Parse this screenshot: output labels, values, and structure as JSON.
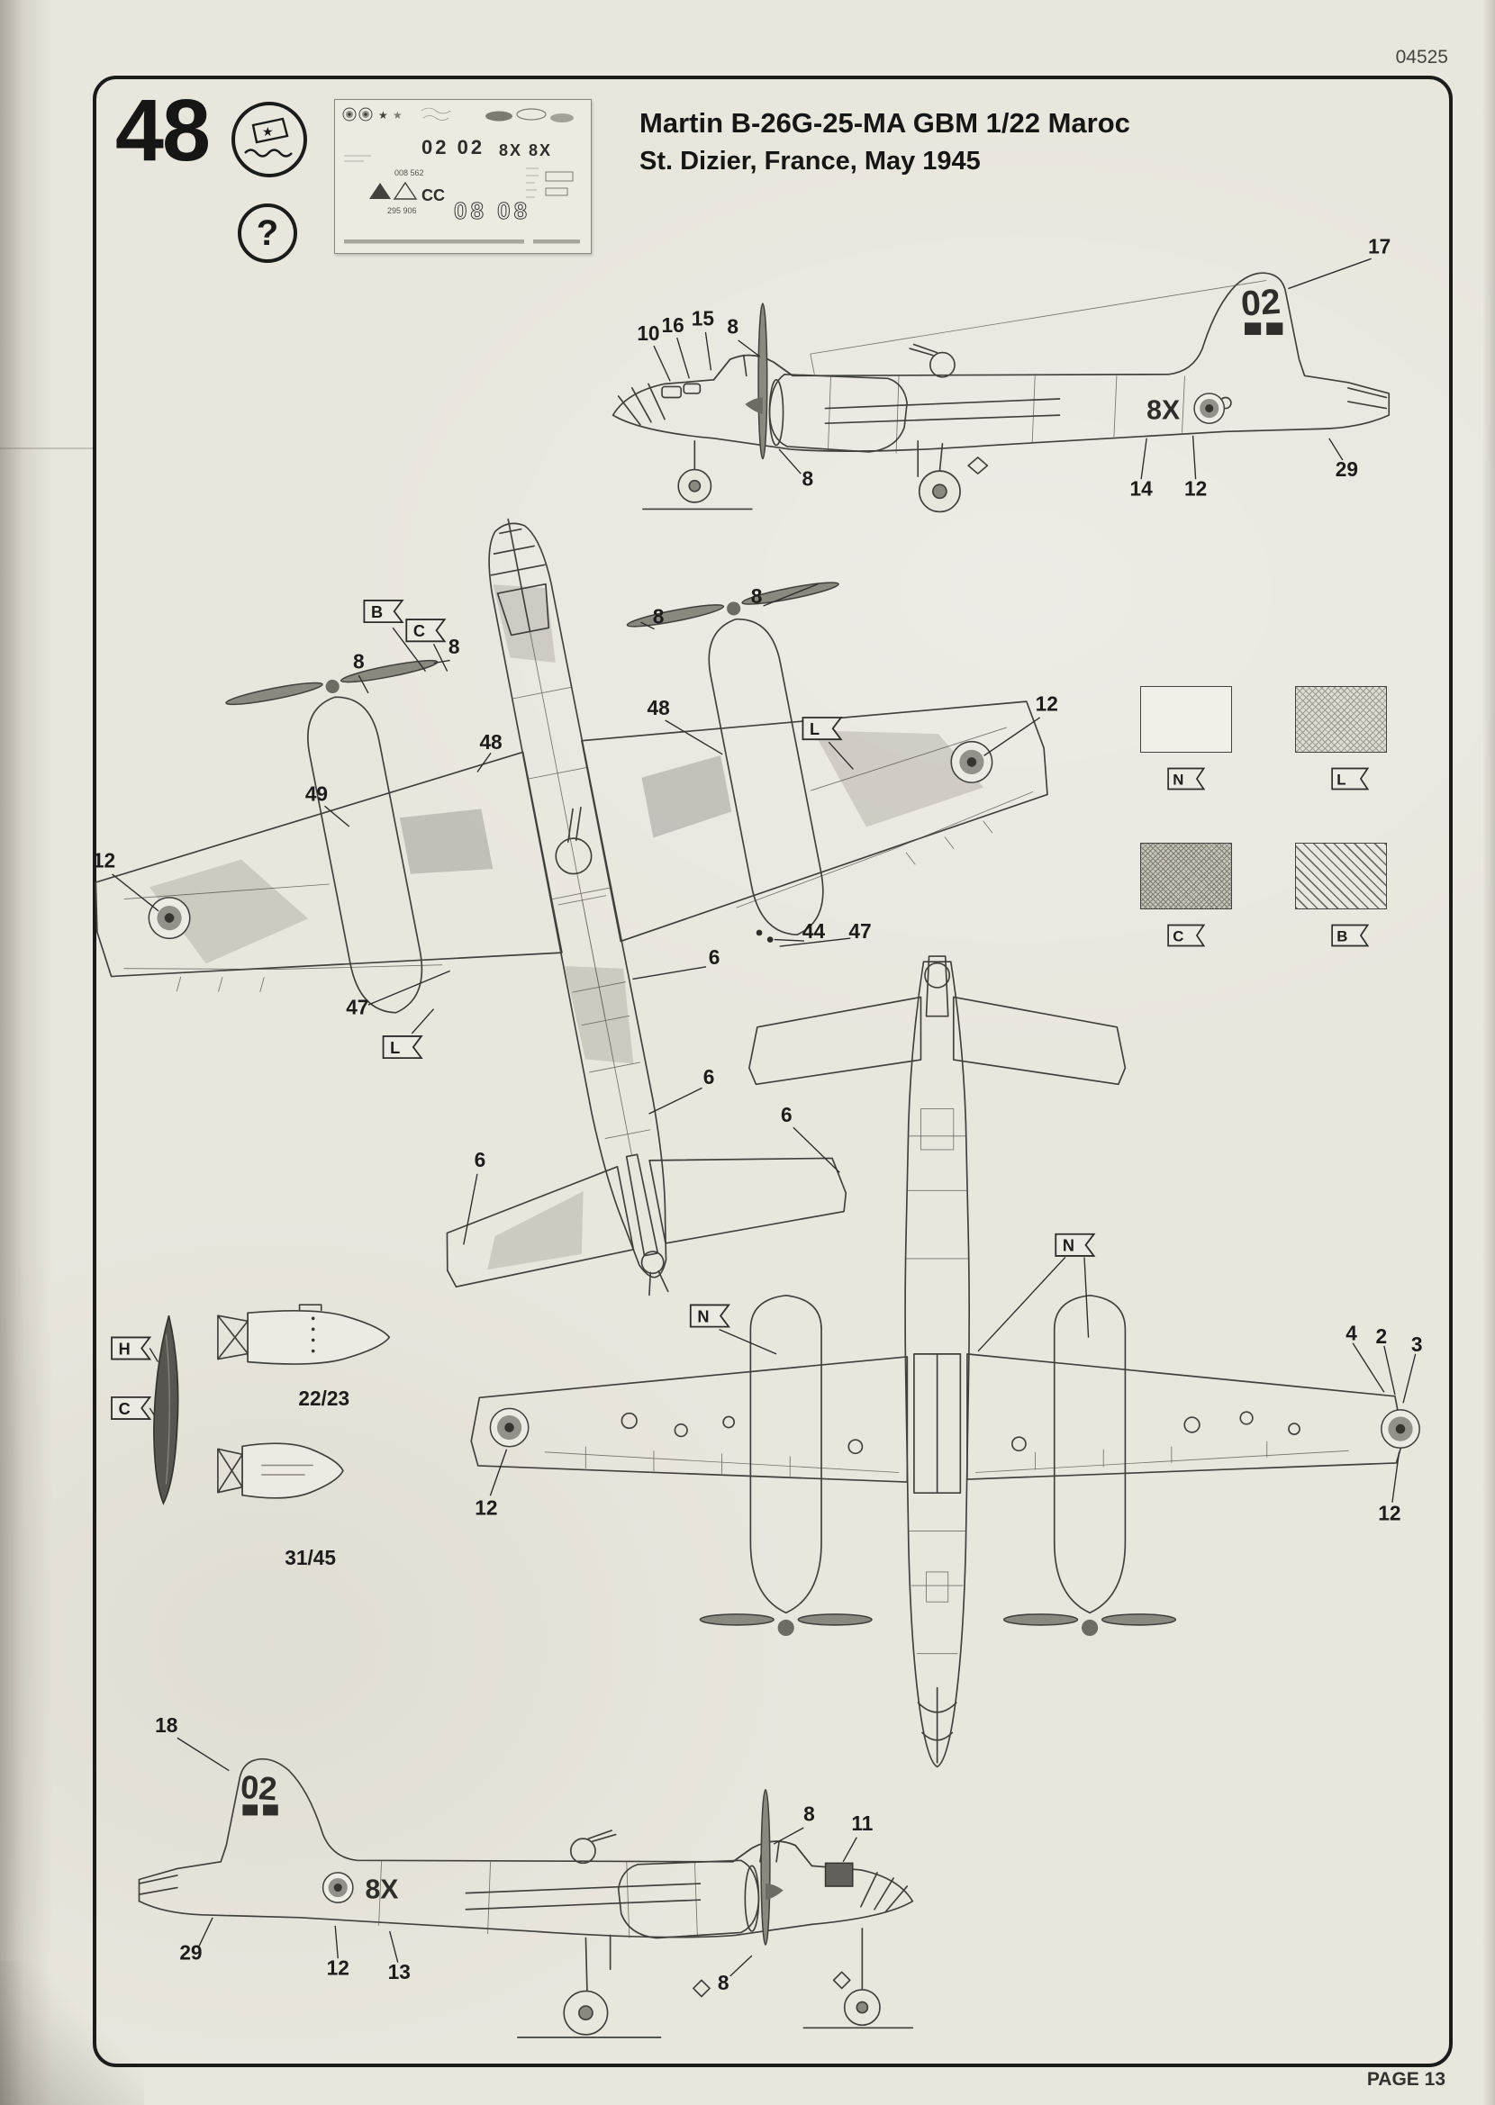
{
  "page": {
    "kit_number": "04525",
    "page_label": "PAGE 13",
    "step_number": "48",
    "help_symbol": "?"
  },
  "header": {
    "title_line1": "Martin B-26G-25-MA GBM 1/22 Maroc",
    "title_line2": "St. Dizier, France, May 1945"
  },
  "decal_sheet": {
    "code_pair_1": "02 02",
    "code_pair_2": "8X 8X",
    "code_cc": "CC",
    "code_pair_3": "08 08",
    "serial_1": "008 562",
    "serial_2": "295 906",
    "star_1": "★",
    "star_2": "★"
  },
  "colors": {
    "paper": "#e9e6de",
    "ink": "#2e2d2a",
    "camo_light": "#d7d4cb",
    "camo_dark": "#c3c0b7"
  },
  "legend": {
    "swatches": [
      {
        "label": "N",
        "style": "plain",
        "fill": "#f1efe8"
      },
      {
        "label": "L",
        "style": "crosshatch-light",
        "fill": "#dedbd2"
      },
      {
        "label": "C",
        "style": "crosshatch-dark",
        "fill": "#c8c5bb"
      },
      {
        "label": "B",
        "style": "diagonal",
        "fill": "#eae7e0"
      }
    ]
  },
  "ordnance": {
    "flag_top": "H",
    "flag_bottom": "C",
    "bomb_1_label": "22/23",
    "bomb_2_label": "31/45"
  },
  "views": {
    "side_top": {
      "tail_code": "02",
      "fuselage_code": "8X",
      "callouts": [
        {
          "text": "10"
        },
        {
          "text": "16"
        },
        {
          "text": "15"
        },
        {
          "text": "8"
        },
        {
          "text": "17"
        },
        {
          "text": "8"
        },
        {
          "text": "14"
        },
        {
          "text": "12"
        },
        {
          "text": "29"
        }
      ]
    },
    "top": {
      "flags": [
        {
          "text": "B"
        },
        {
          "text": "C"
        },
        {
          "text": "L"
        },
        {
          "text": "L"
        }
      ],
      "callouts": [
        {
          "text": "8"
        },
        {
          "text": "8"
        },
        {
          "text": "8"
        },
        {
          "text": "8"
        },
        {
          "text": "48"
        },
        {
          "text": "48"
        },
        {
          "text": "49"
        },
        {
          "text": "12"
        },
        {
          "text": "12"
        },
        {
          "text": "47"
        },
        {
          "text": "44"
        },
        {
          "text": "6"
        },
        {
          "text": "47"
        },
        {
          "text": "6"
        },
        {
          "text": "6"
        },
        {
          "text": "6"
        }
      ]
    },
    "bottom": {
      "flags": [
        {
          "text": "N"
        },
        {
          "text": "N"
        }
      ],
      "callouts": [
        {
          "text": "4"
        },
        {
          "text": "2"
        },
        {
          "text": "3"
        },
        {
          "text": "12"
        },
        {
          "text": "12"
        }
      ]
    },
    "side_bottom": {
      "tail_code": "02",
      "fuselage_code": "8X",
      "callouts": [
        {
          "text": "18"
        },
        {
          "text": "8"
        },
        {
          "text": "11"
        },
        {
          "text": "29"
        },
        {
          "text": "12"
        },
        {
          "text": "13"
        },
        {
          "text": "8"
        }
      ]
    }
  }
}
